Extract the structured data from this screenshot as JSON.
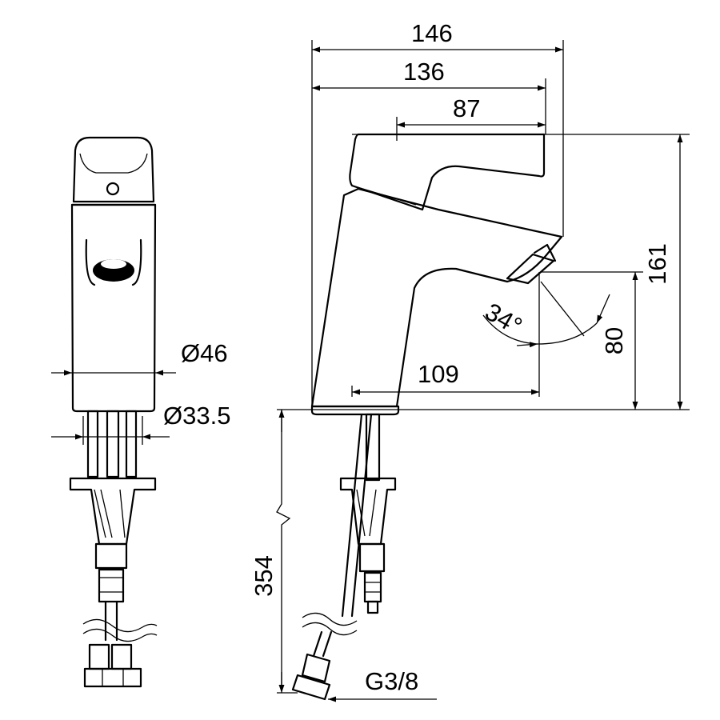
{
  "dimensions": {
    "overall_width": "146",
    "spout_reach": "136",
    "handle_length": "87",
    "overall_height": "161",
    "outlet_height": "80",
    "spout_projection": "109",
    "aerator_angle": "34°",
    "base_diameter": "Ø46",
    "shank_diameter": "Ø33.5",
    "hose_length": "354",
    "connection_thread": "G3/8"
  }
}
